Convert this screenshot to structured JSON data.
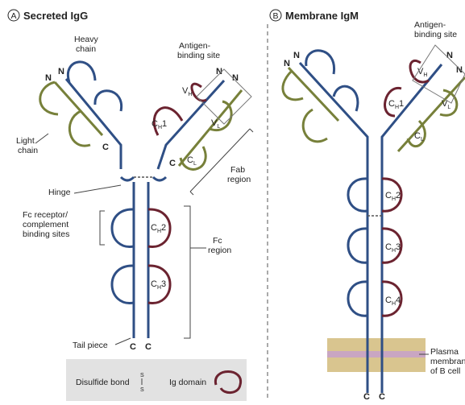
{
  "colors": {
    "heavy": "#2f4f85",
    "light": "#77803a",
    "domain_dark": "#6b2330",
    "membrane_top": "#d9c58f",
    "membrane_mid": "#c9a6c2",
    "legend_bg": "#e2e2e2"
  },
  "panel_a": {
    "letter": "A",
    "title": "Secreted IgG",
    "heavy_chain": [
      "Heavy",
      "chain"
    ],
    "light_chain": [
      "Light",
      "chain"
    ],
    "antigen_site": [
      "Antigen-",
      "binding site"
    ],
    "hinge": "Hinge",
    "fc_receptor": [
      "Fc receptor/",
      "complement",
      "binding sites"
    ],
    "fab_region": [
      "Fab",
      "region"
    ],
    "fc_region": [
      "Fc",
      "region"
    ],
    "tail_piece": "Tail piece",
    "n_terminus": "N",
    "c_terminus": "C",
    "domains": {
      "vh": {
        "main": "V",
        "sub": "H"
      },
      "vl": {
        "main": "V",
        "sub": "L"
      },
      "ch1": {
        "main": "C",
        "sub": "H",
        "tail": "1"
      },
      "cl": {
        "main": "C",
        "sub": "L"
      },
      "ch2": {
        "main": "C",
        "sub": "H",
        "tail": "2"
      },
      "ch3": {
        "main": "C",
        "sub": "H",
        "tail": "3"
      }
    }
  },
  "panel_b": {
    "letter": "B",
    "title": "Membrane IgM",
    "antigen_site": [
      "Antigen-",
      "binding site"
    ],
    "plasma_membrane": [
      "Plasma",
      "membrane",
      "of B cell"
    ],
    "n_terminus": "N",
    "c_terminus": "C",
    "domains": {
      "vh": {
        "main": "V",
        "sub": "H"
      },
      "vl": {
        "main": "V",
        "sub": "L"
      },
      "ch1": {
        "main": "C",
        "sub": "H",
        "tail": "1"
      },
      "cl": {
        "main": "C",
        "sub": "L"
      },
      "ch2": {
        "main": "C",
        "sub": "H",
        "tail": "2"
      },
      "ch3": {
        "main": "C",
        "sub": "H",
        "tail": "3"
      },
      "ch4": {
        "main": "C",
        "sub": "H",
        "tail": "4"
      }
    }
  },
  "legend": {
    "disulfide_label": "Disulfide bond",
    "ss_glyph": "S",
    "ig_domain_label": "Ig domain"
  }
}
